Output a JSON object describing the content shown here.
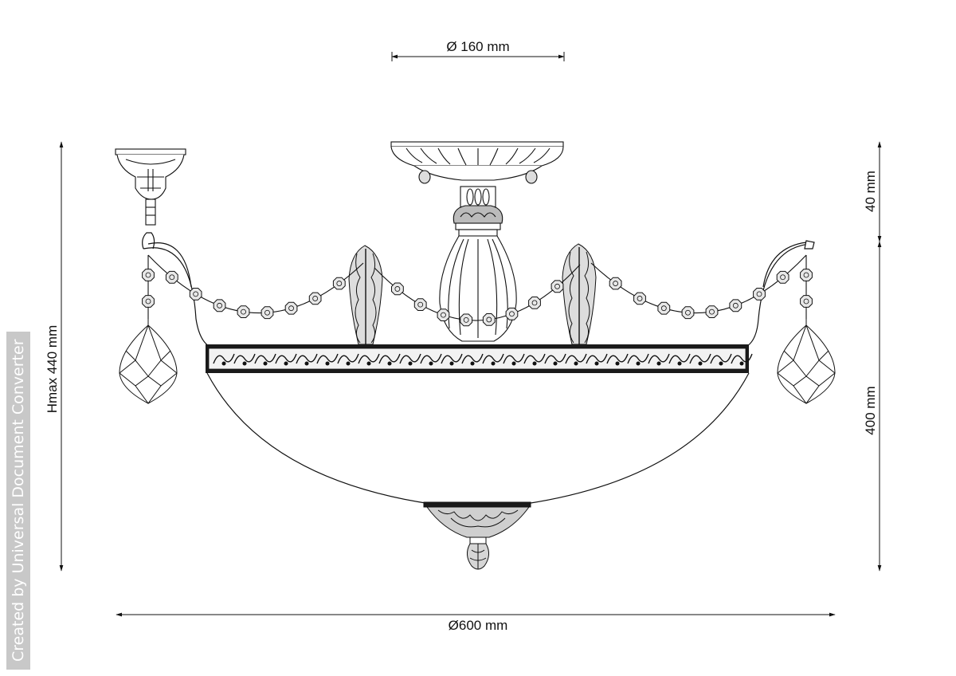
{
  "dimensions": {
    "canopy_diameter": "Ø 160 mm",
    "total_diameter": "Ø600 mm",
    "max_height": "Hmax 440 mm",
    "canopy_height": "40 mm",
    "body_height": "400 mm"
  },
  "watermark": "Created by Universal Document Converter",
  "colors": {
    "line": "#111111",
    "band": "#1a1a1a",
    "watermark_bg": "#c8c8c8"
  }
}
